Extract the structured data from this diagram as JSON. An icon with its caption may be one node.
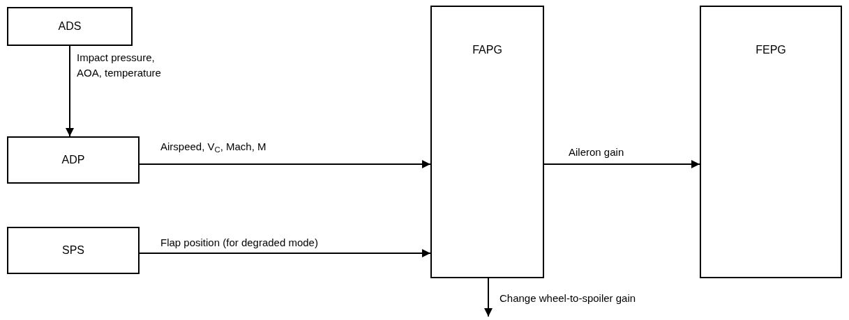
{
  "diagram": {
    "nodes": [
      {
        "text": [
          "ADS"
        ]
      },
      {
        "text": [
          "ADP"
        ]
      },
      {
        "text": [
          "SPS"
        ]
      },
      {
        "text": [
          "FAPG"
        ]
      },
      {
        "text": [
          "FEPG"
        ]
      }
    ],
    "edges": [
      {
        "from": 0,
        "to": 1,
        "arrow": "to",
        "label": "Impact pressure, AOA, temperature"
      },
      {
        "from": 1,
        "to": 3,
        "arrow": "to",
        "label": "Airspeed, V$_{C}$, Mach, M"
      },
      {
        "from": 2,
        "to": 3,
        "arrow": "to",
        "label": "Flap position (for degraded mode)"
      },
      {
        "from": 3,
        "to": 4,
        "arrow": "to",
        "label": "Aileron gain"
      },
      {
        "from": 3,
        "to": null,
        "arrow": "to",
        "label": "Change wheel-to-spoiler gain"
      }
    ]
  }
}
